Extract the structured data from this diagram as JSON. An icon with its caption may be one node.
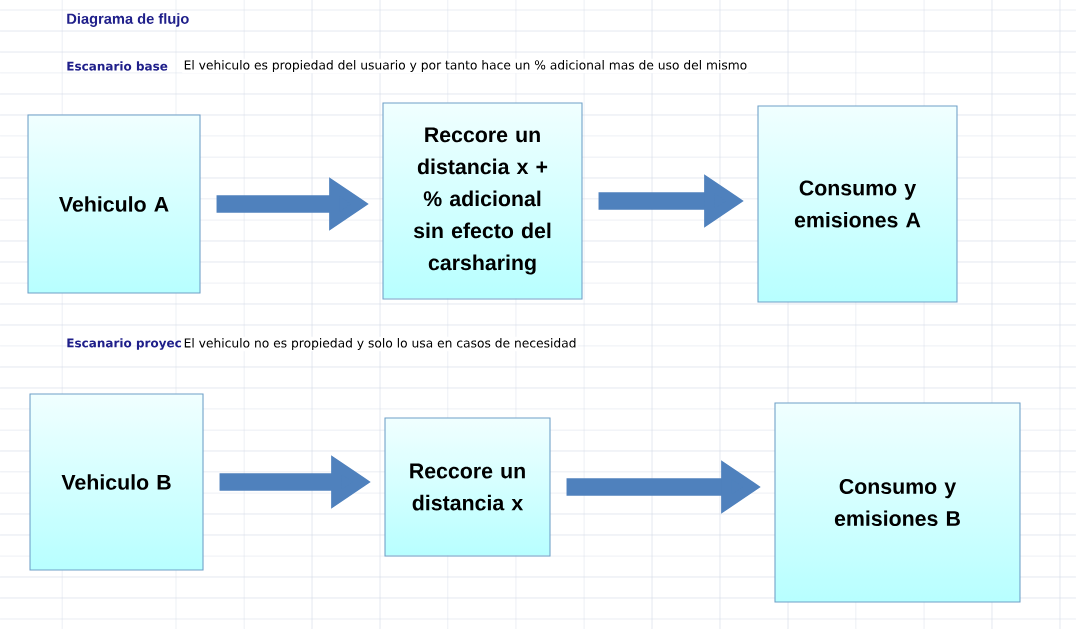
{
  "diagram": {
    "title": "Diagrama de flujo",
    "nodes": [
      {
        "text": [
          "Vehiculo A"
        ]
      },
      {
        "text": [
          "Reccore un distancia x + % adicional sin efecto del carsharing"
        ]
      },
      {
        "text": [
          "Consumo y emisiones A"
        ]
      },
      {
        "text": [
          "Vehiculo B"
        ]
      },
      {
        "text": [
          "Reccore un distancia x"
        ]
      },
      {
        "text": [
          "Consumo y emisiones B"
        ]
      }
    ],
    "edges": [
      {
        "from": 0,
        "to": 1,
        "arrow": "to"
      },
      {
        "from": 1,
        "to": 2,
        "arrow": "to"
      },
      {
        "from": 3,
        "to": 4,
        "arrow": "to"
      },
      {
        "from": 4,
        "to": 5,
        "arrow": "to"
      }
    ],
    "labels": [
      "Escanario base",
      "El vehiculo es propiedad del usuario y por tanto hace un % adicional mas de uso del mismo",
      "Escanario proyec",
      "El vehiculo no es propiedad y solo lo usa en casos de necesidad"
    ]
  }
}
